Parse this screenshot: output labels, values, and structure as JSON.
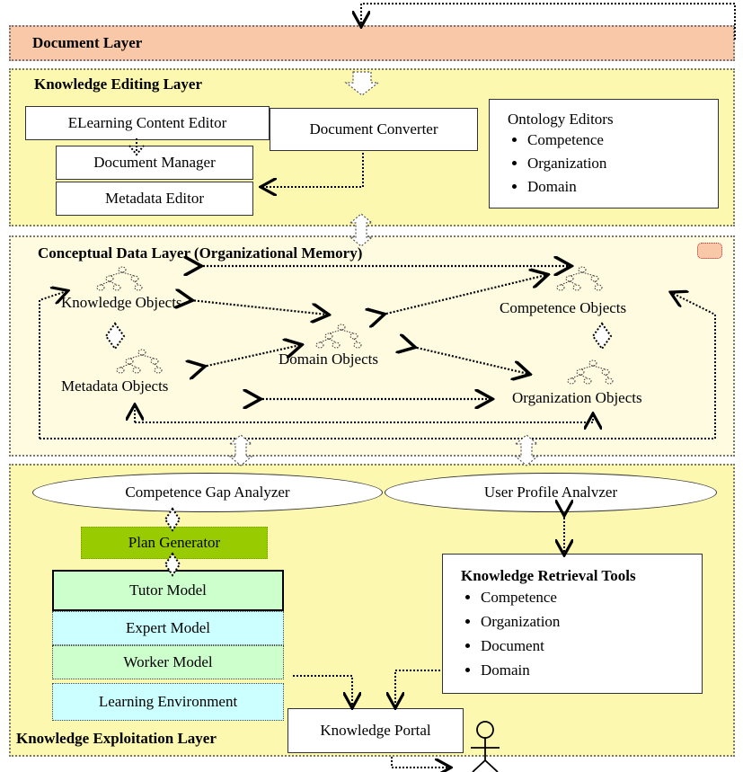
{
  "layers": {
    "document": "Document Layer",
    "editing": "Knowledge Editing Layer",
    "conceptual": "Conceptual Data Layer (Organizational Memory)",
    "exploitation": "Knowledge Exploitation Layer"
  },
  "editing": {
    "elearning_editor": "ELearning Content Editor",
    "document_manager": "Document Manager",
    "metadata_editor": "Metadata Editor",
    "document_converter": "Document Converter",
    "ontology_editors": {
      "title": "Ontology Editors",
      "items": [
        "Competence",
        "Organization",
        "Domain"
      ]
    }
  },
  "conceptual": {
    "knowledge_objects": "Knowledge Objects",
    "competence_objects": "Competence Objects",
    "domain_objects": "Domain Objects",
    "metadata_objects": "Metadata Objects",
    "organization_objects": "Organization Objects"
  },
  "exploitation": {
    "competence_gap_analyzer": "Competence Gap Analyzer",
    "user_profile_analyzer": "User Profile Analvzer",
    "plan_generator": "Plan Generator",
    "tutor_model": "Tutor Model",
    "expert_model": "Expert Model",
    "worker_model": "Worker Model",
    "learning_environment": "Learning Environment",
    "knowledge_portal": "Knowledge Portal",
    "retrieval_tools": {
      "title": "Knowledge Retrieval Tools",
      "items": [
        "Competence",
        "Organization",
        "Document",
        "Domain"
      ]
    }
  },
  "colors": {
    "document_layer": "#f8c8a8",
    "editing_layer": "#fdf8b0",
    "conceptual_layer": "#fefbe0",
    "exploitation_layer": "#fdf8b0",
    "plan_generator": "#99cc00",
    "tutor_model": "#ccffcc",
    "expert_model": "#ccffff",
    "worker_model": "#ccffcc",
    "learning_environment": "#ccffff"
  }
}
